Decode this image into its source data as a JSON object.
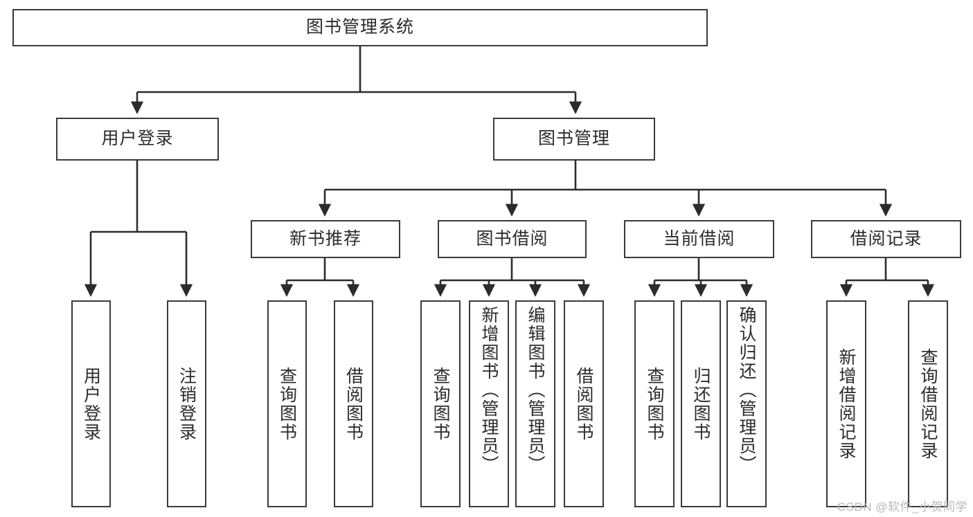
{
  "diagram": {
    "title": "图书管理系统",
    "type": "tree",
    "colors": {
      "box_border": "#3a3a3a",
      "box_fill": "#ffffff",
      "text": "#2b2b2b",
      "edge": "#2b2b2b",
      "background": "#ffffff",
      "watermark": "#b9b9b9"
    },
    "root": {
      "label": "图书管理系统"
    },
    "level2": [
      {
        "label": "用户登录"
      },
      {
        "label": "图书管理"
      }
    ],
    "level3": [
      {
        "label": "新书推荐"
      },
      {
        "label": "图书借阅"
      },
      {
        "label": "当前借阅"
      },
      {
        "label": "借阅记录"
      }
    ],
    "leaves": {
      "user_login": [
        {
          "label": "用户登录"
        },
        {
          "label": "注销登录"
        }
      ],
      "new_book_recommend": [
        {
          "label": "查询图书"
        },
        {
          "label": "借阅图书"
        }
      ],
      "book_borrow": [
        {
          "label": "查询图书"
        },
        {
          "label": "新增图书（管理员）"
        },
        {
          "label": "编辑图书（管理员）"
        },
        {
          "label": "借阅图书"
        }
      ],
      "current_borrow": [
        {
          "label": "查询图书"
        },
        {
          "label": "归还图书"
        },
        {
          "label": "确认归还（管理员）"
        }
      ],
      "borrow_record": [
        {
          "label": "新增借阅记录"
        },
        {
          "label": "查询借阅记录"
        }
      ]
    },
    "watermark": "CSDN @软件_小贺同学"
  }
}
